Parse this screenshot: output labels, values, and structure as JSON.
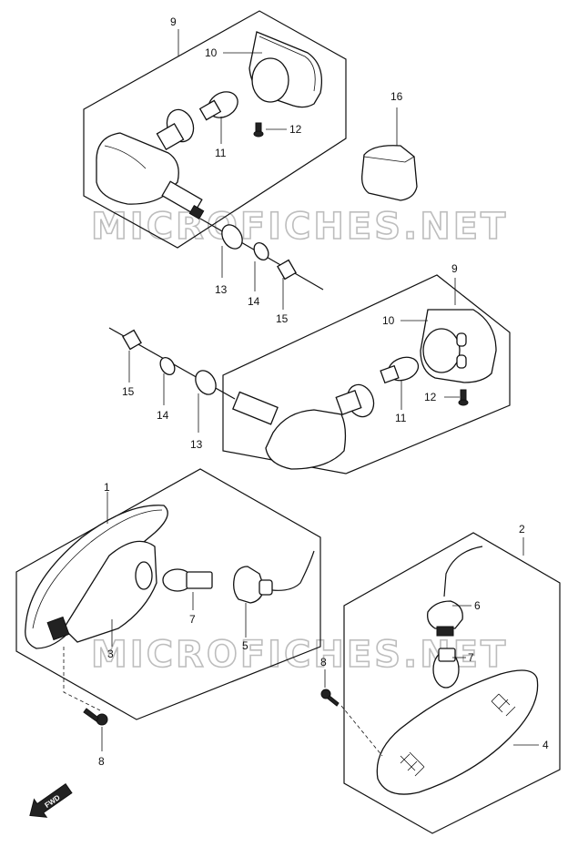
{
  "diagram": {
    "watermark_1": "MICROFICHES.NET",
    "watermark_2": "MICROFICHES.NET",
    "fwd_label": "FWD",
    "callouts": {
      "upper_9": "9",
      "upper_10": "10",
      "upper_11": "11",
      "upper_12": "12",
      "upper_13": "13",
      "upper_14": "14",
      "upper_15": "15",
      "p16": "16",
      "mid_9": "9",
      "mid_10": "10",
      "mid_11": "11",
      "mid_12": "12",
      "mid_13": "13",
      "mid_14": "14",
      "mid_15": "15",
      "p1": "1",
      "p3": "3",
      "p5": "5",
      "p7_left": "7",
      "p8_left": "8",
      "p2": "2",
      "p4": "4",
      "p6": "6",
      "p7_right": "7",
      "p8_right": "8"
    }
  }
}
